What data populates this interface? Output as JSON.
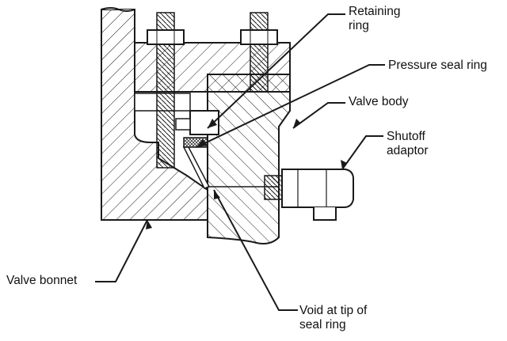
{
  "labels": {
    "retaining_ring": [
      "Retaining",
      "ring"
    ],
    "pressure_seal_ring": "Pressure seal ring",
    "valve_body": "Valve body",
    "shutoff_adaptor": [
      "Shutoff",
      "adaptor"
    ],
    "valve_bonnet": "Valve bonnet",
    "void_at_tip": [
      "Void at tip of",
      "seal ring"
    ]
  },
  "colors": {
    "line": "#1a1a1a",
    "background": "#ffffff"
  }
}
